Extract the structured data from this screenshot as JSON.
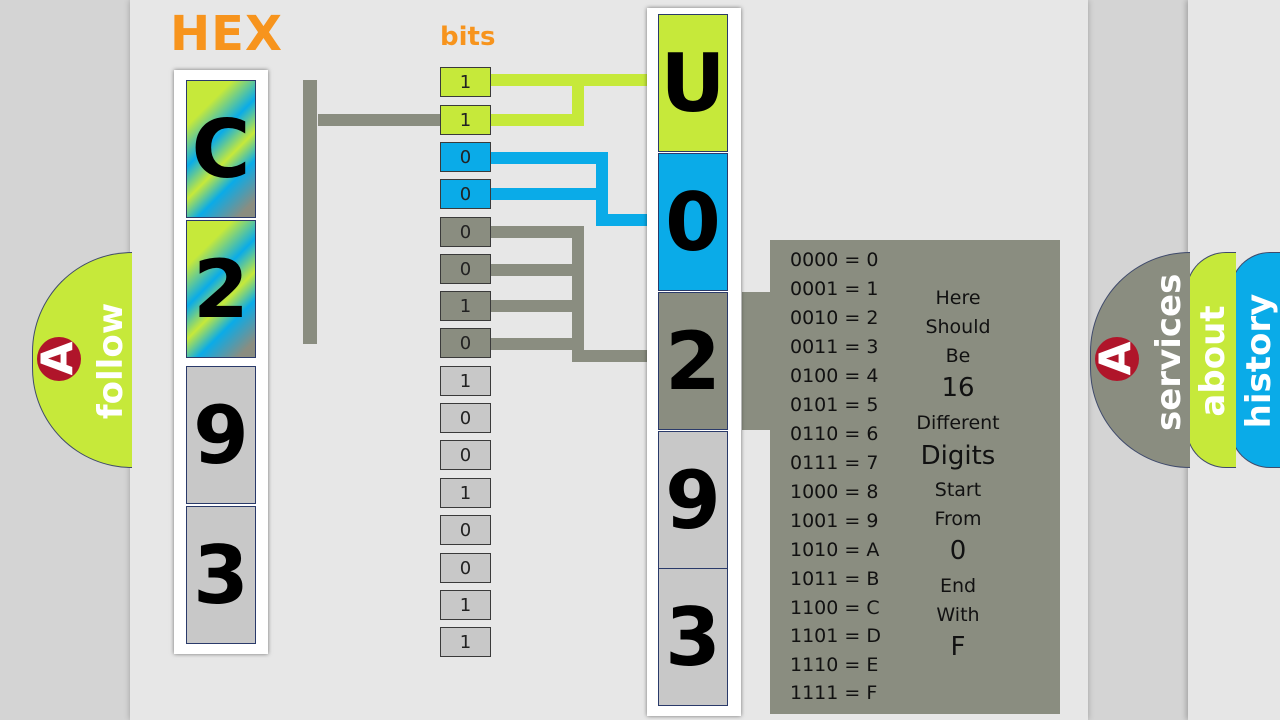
{
  "header": {
    "hex_title": "HEX",
    "bits_title": "bits"
  },
  "hex_digits": [
    "C",
    "2",
    "9",
    "3"
  ],
  "bits": [
    "1",
    "1",
    "0",
    "0",
    "0",
    "0",
    "1",
    "0",
    "1",
    "0",
    "0",
    "1",
    "0",
    "0",
    "1",
    "1"
  ],
  "unicode_digits": [
    "U",
    "0",
    "2",
    "9",
    "3"
  ],
  "hex_table": [
    "0000 = 0",
    "0001 = 1",
    "0010 = 2",
    "0011 = 3",
    "0100 = 4",
    "0101 = 5",
    "0110 = 6",
    "0111 = 7",
    "1000 = 8",
    "1001 = 9",
    "1010 = A",
    "1011 = B",
    "1100 = C",
    "1101 = D",
    "1110 = E",
    "1111 = F"
  ],
  "note_words": [
    "Here",
    "Should",
    "Be",
    "16",
    "Different",
    "Digits",
    "Start",
    "From",
    "0",
    "End",
    "With",
    "F"
  ],
  "nav": {
    "follow": "follow",
    "services": "services",
    "about": "about",
    "history": "history",
    "logo_left": "A",
    "logo_right": "A"
  },
  "colors": {
    "lime": "#c6e93a",
    "blue": "#0aabe8",
    "gray": "#8a8d80",
    "orange": "#f7941d",
    "light_gray": "#c8c8c8"
  }
}
